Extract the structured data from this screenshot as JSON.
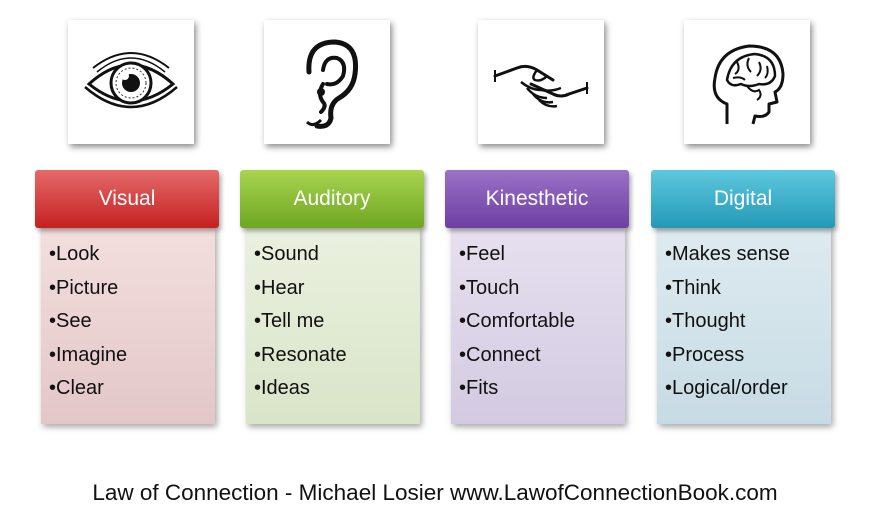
{
  "columns": [
    {
      "icon": "eye-icon",
      "title": "Visual",
      "header_colors": [
        "#e46a6a",
        "#c62020"
      ],
      "body_colors": [
        "#f3dede",
        "#e3c7c8"
      ],
      "items": [
        "•Look",
        "•Picture",
        "•See",
        "•Imagine",
        "•Clear"
      ]
    },
    {
      "icon": "ear-icon",
      "title": "Auditory",
      "header_colors": [
        "#a9d450",
        "#6fa622"
      ],
      "body_colors": [
        "#eaf1df",
        "#d9e4c8"
      ],
      "items": [
        "•Sound",
        "•Hear",
        "•Tell me",
        "•Resonate",
        "•Ideas"
      ]
    },
    {
      "icon": "handshake-icon",
      "title": "Kinesthetic",
      "header_colors": [
        "#9a72c6",
        "#6d3ea4"
      ],
      "body_colors": [
        "#e6e0ef",
        "#d3cae1"
      ],
      "items": [
        "•Feel",
        "•Touch",
        "•Comfortable",
        "•Connect",
        "•Fits"
      ]
    },
    {
      "icon": "brain-icon",
      "title": "Digital",
      "header_colors": [
        "#5ec8de",
        "#2399b7"
      ],
      "body_colors": [
        "#deebf0",
        "#c7dbe4"
      ],
      "items": [
        "•Makes sense",
        "•Think",
        "•Thought",
        "•Process",
        "•Logical/order"
      ]
    }
  ],
  "footer": "Law of Connection - Michael Losier www.LawofConnectionBook.com"
}
